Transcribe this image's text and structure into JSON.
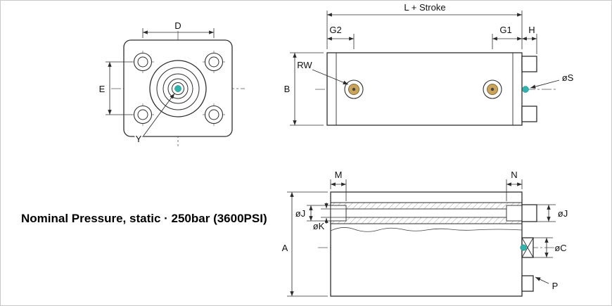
{
  "note": {
    "text": "Nominal Pressure, static · 250bar (3600PSI)"
  },
  "front_view": {
    "dim_d": "D",
    "dim_e": "E",
    "label_y": "Y"
  },
  "side_view": {
    "dim_l_stroke": "L + Stroke",
    "dim_g2": "G2",
    "dim_g1": "G1",
    "dim_h": "H",
    "label_rw": "RW",
    "dim_b": "B",
    "label_os": "øS"
  },
  "section_view": {
    "dim_m": "M",
    "dim_n": "N",
    "dim_oj_left": "øJ",
    "dim_ok": "øK",
    "dim_a": "A",
    "dim_oj_right": "øJ",
    "dim_oc": "øC",
    "label_p": "P"
  },
  "colors": {
    "line": "#2e2e2e",
    "accent_teal": "#2eb4ae",
    "port_brass": "#c9a45a",
    "background": "#ffffff",
    "border": "#c9c9c9"
  }
}
